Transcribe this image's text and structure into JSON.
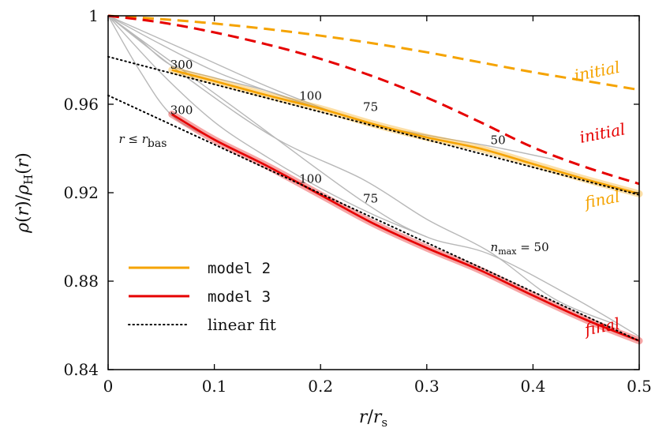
{
  "chart_data": {
    "type": "line",
    "xlabel": "r/r_s",
    "ylabel": "ρ(r)/ρ_H(r)",
    "xlim": [
      0,
      0.5
    ],
    "ylim": [
      0.84,
      1.0
    ],
    "x_ticks": [
      "0",
      "0.1",
      "0.2",
      "0.3",
      "0.4",
      "0.5"
    ],
    "y_ticks": [
      "0.84",
      "0.88",
      "0.92",
      "0.96",
      "1"
    ],
    "grid": false,
    "legend_position": "bottom-left",
    "colors": {
      "model2": "#f5a300",
      "model3": "#e60000",
      "fit": "#000000",
      "aux": "#b8b8b8"
    },
    "series": [
      {
        "name": "initial",
        "group": "model 2",
        "style": "dashed",
        "x": [
          0,
          0.05,
          0.1,
          0.15,
          0.2,
          0.25,
          0.3,
          0.35,
          0.4,
          0.45,
          0.5
        ],
        "y": [
          1.0,
          0.9985,
          0.9965,
          0.994,
          0.991,
          0.9875,
          0.9835,
          0.979,
          0.9745,
          0.9705,
          0.9665
        ]
      },
      {
        "name": "initial",
        "group": "model 3",
        "style": "dashed",
        "x": [
          0,
          0.05,
          0.1,
          0.15,
          0.2,
          0.25,
          0.3,
          0.35,
          0.4,
          0.45,
          0.5
        ],
        "y": [
          1.0,
          0.997,
          0.9925,
          0.987,
          0.9805,
          0.9725,
          0.963,
          0.952,
          0.9405,
          0.9315,
          0.924
        ]
      },
      {
        "name": "final",
        "group": "model 2",
        "style": "solid",
        "x": [
          0.06,
          0.1,
          0.15,
          0.2,
          0.25,
          0.3,
          0.35,
          0.4,
          0.45,
          0.5
        ],
        "y": [
          0.9755,
          0.9705,
          0.964,
          0.958,
          0.951,
          0.945,
          0.94,
          0.933,
          0.926,
          0.9195
        ]
      },
      {
        "name": "final",
        "group": "model 3",
        "style": "solid",
        "x": [
          0.06,
          0.1,
          0.15,
          0.2,
          0.25,
          0.3,
          0.35,
          0.4,
          0.45,
          0.5
        ],
        "y": [
          0.9555,
          0.944,
          0.932,
          0.919,
          0.906,
          0.895,
          0.885,
          0.8735,
          0.8625,
          0.853
        ]
      },
      {
        "name": "linear fit",
        "group": "model 2",
        "style": "dotted",
        "x": [
          0,
          0.5
        ],
        "y": [
          0.9815,
          0.919
        ]
      },
      {
        "name": "linear fit",
        "group": "model 3",
        "style": "dotted",
        "x": [
          0,
          0.5
        ],
        "y": [
          0.964,
          0.853
        ]
      }
    ],
    "auxiliary_curves": {
      "model2": [
        {
          "x": [
            0,
            0.03,
            0.06,
            0.1,
            0.15,
            0.2
          ],
          "y": [
            1.0,
            0.989,
            0.9775,
            0.972,
            0.966,
            0.958
          ]
        },
        {
          "x": [
            0,
            0.05,
            0.1,
            0.15,
            0.2,
            0.25,
            0.3
          ],
          "y": [
            1.0,
            0.987,
            0.975,
            0.966,
            0.958,
            0.951,
            0.944
          ]
        },
        {
          "x": [
            0,
            0.08,
            0.16,
            0.24,
            0.3,
            0.36,
            0.42
          ],
          "y": [
            1.0,
            0.983,
            0.966,
            0.952,
            0.946,
            0.941,
            0.935
          ]
        }
      ],
      "model3": [
        {
          "x": [
            0,
            0.03,
            0.06,
            0.1,
            0.15,
            0.2
          ],
          "y": [
            1.0,
            0.975,
            0.955,
            0.944,
            0.932,
            0.919
          ]
        },
        {
          "x": [
            0,
            0.05,
            0.1,
            0.15,
            0.2,
            0.25,
            0.3
          ],
          "y": [
            1.0,
            0.974,
            0.952,
            0.936,
            0.922,
            0.91,
            0.9
          ]
        },
        {
          "x": [
            0,
            0.08,
            0.16,
            0.24,
            0.3,
            0.36,
            0.42,
            0.48
          ],
          "y": [
            1.0,
            0.97,
            0.944,
            0.926,
            0.908,
            0.893,
            0.872,
            0.86
          ]
        },
        {
          "x": [
            0,
            0.12,
            0.24,
            0.3,
            0.36,
            0.44,
            0.5
          ],
          "y": [
            1.0,
            0.958,
            0.916,
            0.9,
            0.892,
            0.872,
            0.855
          ]
        }
      ]
    },
    "annotations": [
      {
        "text": "300",
        "x": 0.0585,
        "y": 0.976
      },
      {
        "text": "100",
        "x": 0.18,
        "y": 0.962
      },
      {
        "text": "75",
        "x": 0.24,
        "y": 0.957
      },
      {
        "text": "50",
        "x": 0.36,
        "y": 0.942
      },
      {
        "text": "300",
        "x": 0.0585,
        "y": 0.9555
      },
      {
        "text": "100",
        "x": 0.18,
        "y": 0.9245
      },
      {
        "text": "75",
        "x": 0.24,
        "y": 0.9155
      },
      {
        "text": "n_max = 50",
        "x": 0.36,
        "y": 0.8935
      },
      {
        "text": "r ≤ r_bas",
        "x": 0.01,
        "y": 0.9425
      }
    ],
    "curve_labels": [
      {
        "text": "initial",
        "color_key": "model2",
        "x": 0.44,
        "y": 0.9705
      },
      {
        "text": "initial",
        "color_key": "model3",
        "x": 0.445,
        "y": 0.9425
      },
      {
        "text": "final",
        "color_key": "model2",
        "x": 0.45,
        "y": 0.913
      },
      {
        "text": "final",
        "color_key": "model3",
        "x": 0.45,
        "y": 0.8555
      }
    ],
    "legend": [
      {
        "label": "model 2",
        "style": "solid",
        "color_key": "model2",
        "font": "mono"
      },
      {
        "label": "model 3",
        "style": "solid",
        "color_key": "model3",
        "font": "mono"
      },
      {
        "label": "linear fit",
        "style": "dotted",
        "color_key": "fit",
        "font": "serif"
      }
    ]
  }
}
